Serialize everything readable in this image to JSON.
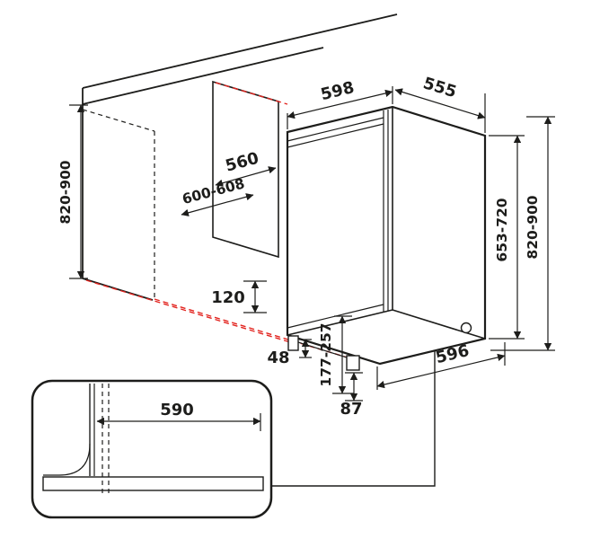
{
  "colors": {
    "background": "#ffffff",
    "line": "#1d1d1b",
    "projection_red": "#e2241f",
    "panel_gray": "#a9a9a9",
    "plinth_gray": "#b5b5b5"
  },
  "dimensions": {
    "dim_598": "598",
    "dim_555": "555",
    "dim_560": "560",
    "dim_600_608": "600-608",
    "dim_820_900_left": "820-900",
    "dim_653_720": "653-720",
    "dim_820_900_right": "820-900",
    "dim_120": "120",
    "dim_48": "48",
    "dim_177_257": "177-257",
    "dim_596": "596",
    "dim_87": "87",
    "dim_590": "590"
  }
}
